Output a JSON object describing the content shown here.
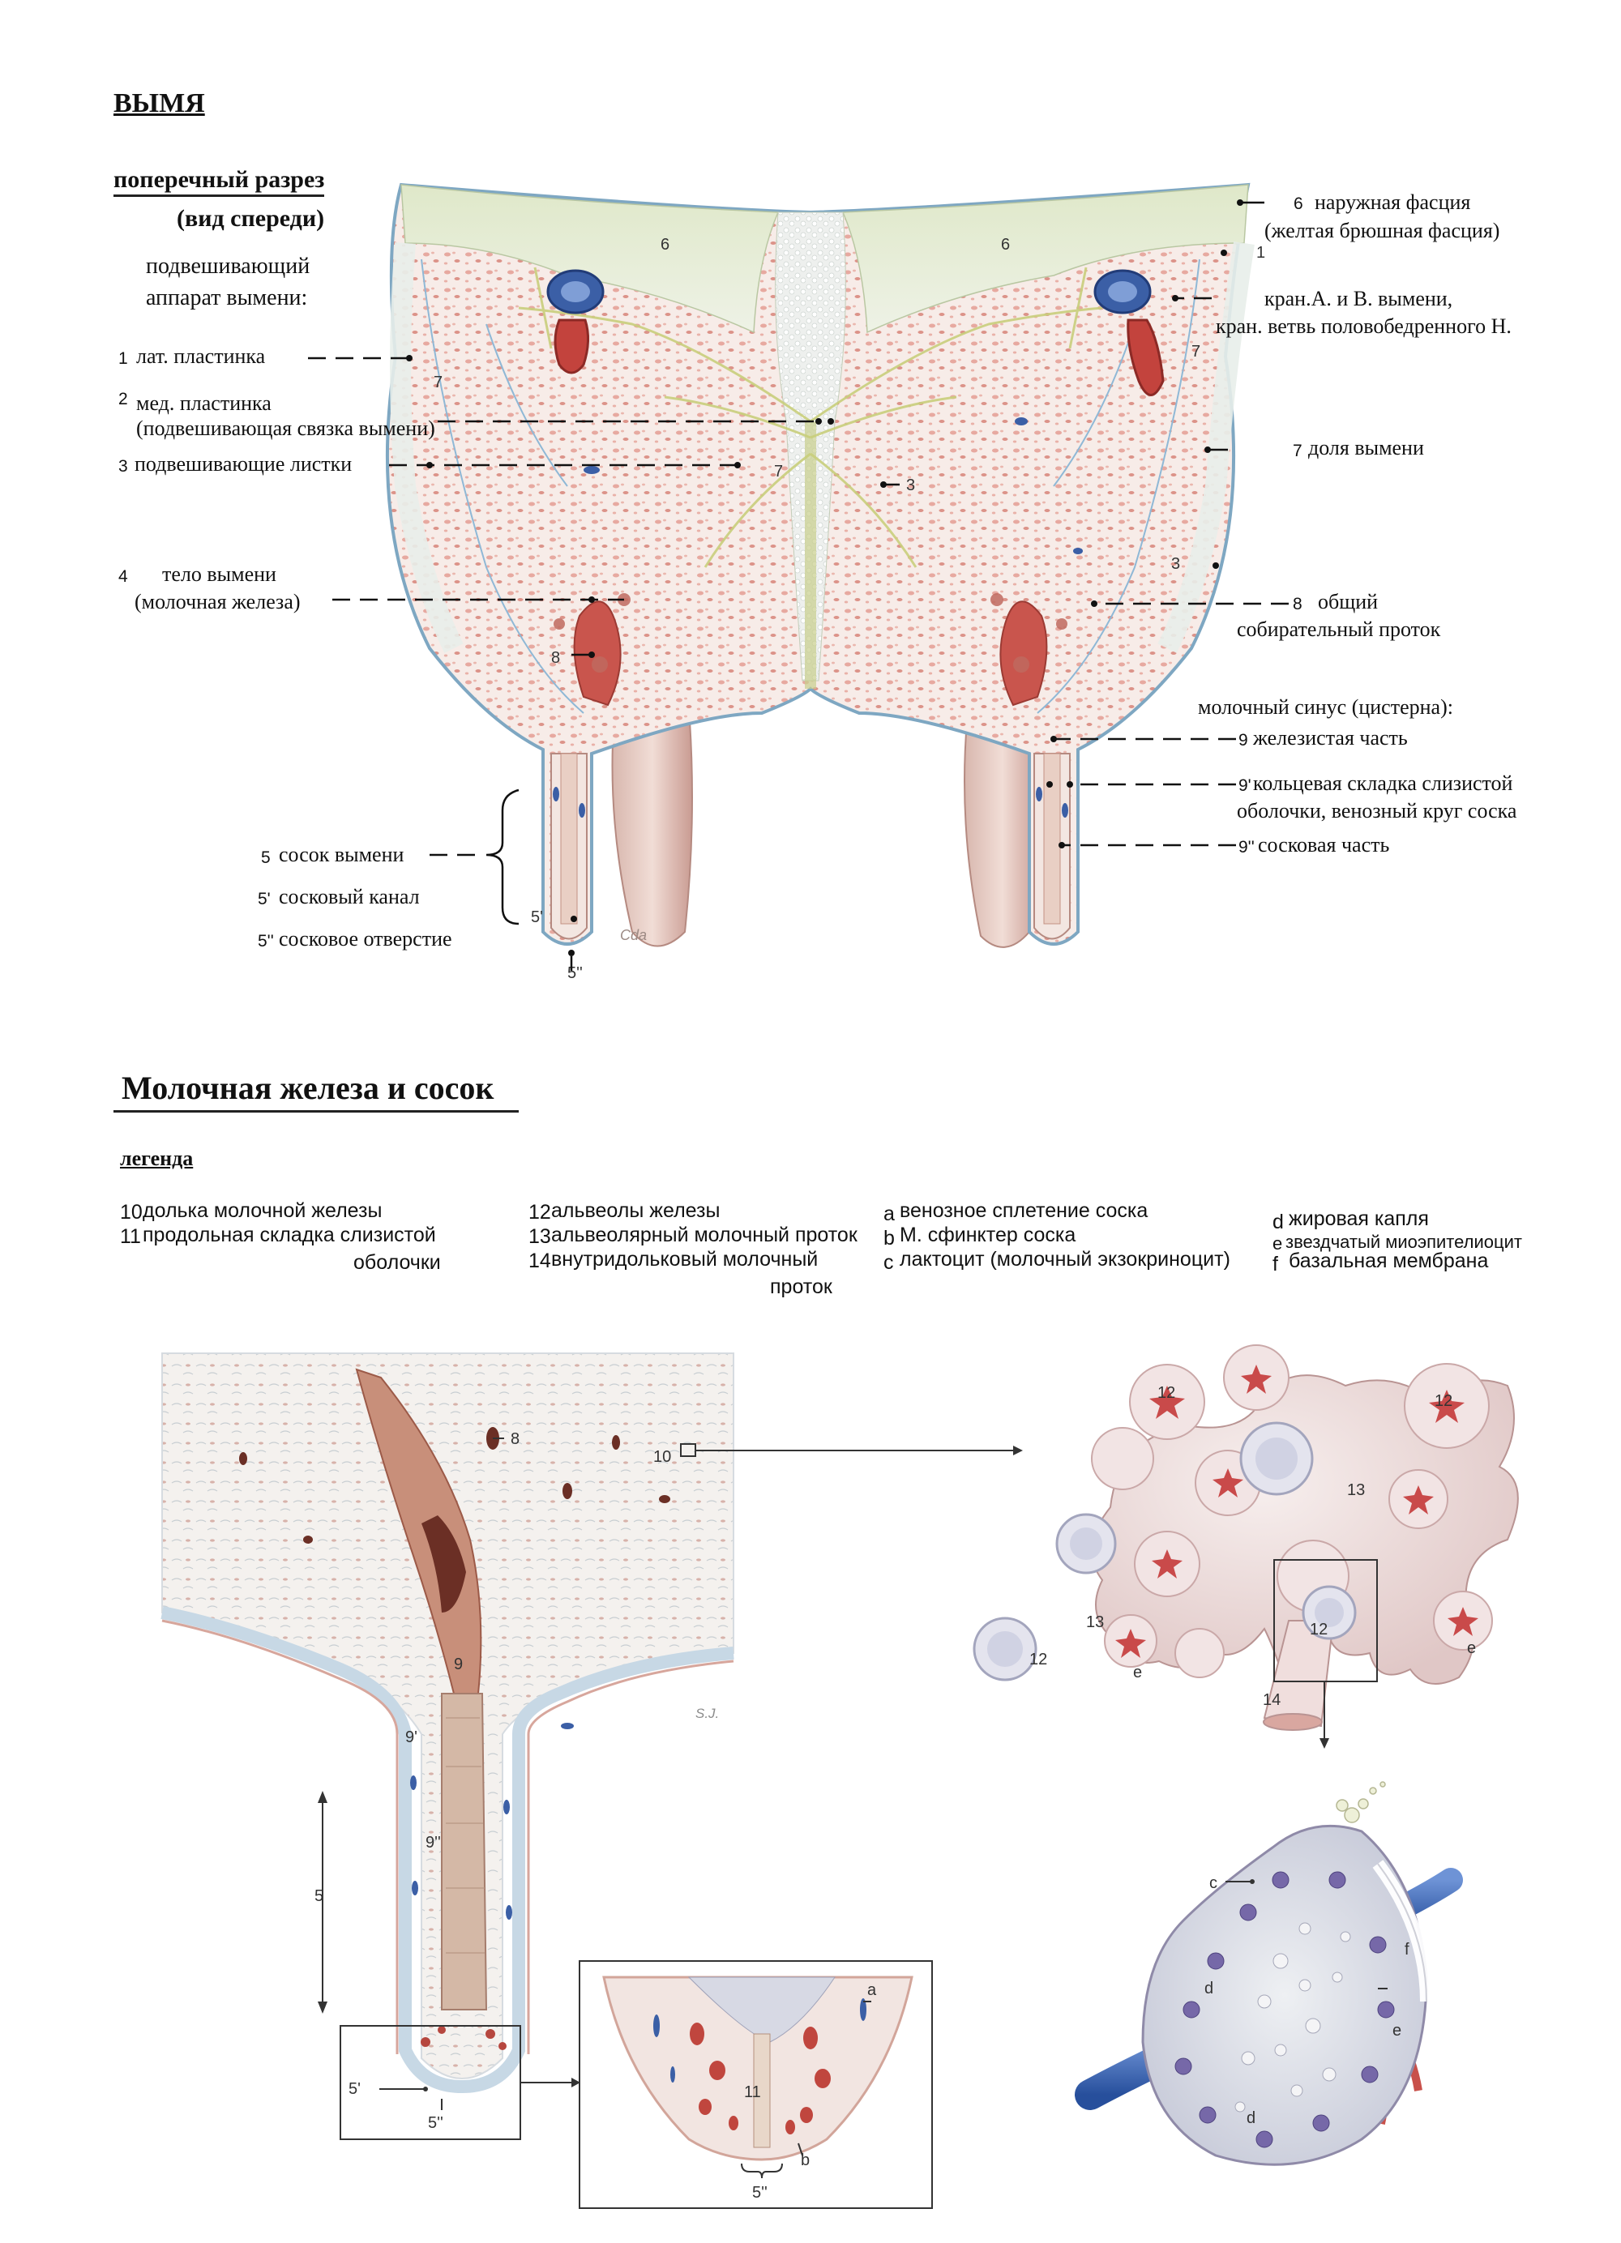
{
  "title": "ВЫМЯ",
  "section1": {
    "subtitle_line1": "поперечный разрез",
    "subtitle_line2": "(вид спереди)",
    "group_heading_line1": "подвешивающий",
    "group_heading_line2": "аппарат вымени:",
    "left_labels": [
      {
        "num": "1",
        "text": "лат. пластинка"
      },
      {
        "num": "2",
        "text": "мед. пластинка"
      },
      {
        "num": "",
        "text": "(подвешивающая связка вымени)"
      },
      {
        "num": "3",
        "text": "подвешивающие листки"
      },
      {
        "num": "4",
        "text": "тело вымени"
      },
      {
        "num": "",
        "text": "(молочная железа)"
      }
    ],
    "teat_labels": [
      {
        "num": "5",
        "text": "сосок вымени"
      },
      {
        "num": "5'",
        "text": "сосковый канал"
      },
      {
        "num": "5''",
        "text": "сосковое отверстие"
      }
    ],
    "right_labels": [
      {
        "num": "6",
        "text": "наружная фасция"
      },
      {
        "num": "",
        "text": "(желтая брюшная фасция)"
      },
      {
        "num": "",
        "text": "кран.А. и В. вымени,"
      },
      {
        "num": "",
        "text": "кран. ветвь половобедренного Н."
      },
      {
        "num": "7",
        "text": "доля вымени"
      },
      {
        "num": "8",
        "text": "общий"
      },
      {
        "num": "",
        "text": "собирательный проток"
      },
      {
        "num": "",
        "text": "молочный синус (цистерна):"
      },
      {
        "num": "9",
        "text": "железистая часть"
      },
      {
        "num": "9'",
        "text": "кольцевая складка слизистой"
      },
      {
        "num": "",
        "text": "оболочки, венозный круг соска"
      },
      {
        "num": "9''",
        "text": "сосковая часть"
      }
    ],
    "figure_marks": {
      "m6a": "6",
      "m6b": "6",
      "m7a": "7",
      "m7b": "7",
      "m7c": "7",
      "m3a": "3",
      "m3b": "3",
      "m8": "8",
      "m1": "1",
      "m5p": "5'",
      "m5pp": "5''",
      "sig": "Cda"
    }
  },
  "section2": {
    "title": "Молочная железа и сосок",
    "legend_heading": "легенда",
    "legend_col1": [
      {
        "num": "10",
        "text": "долька молочной железы"
      },
      {
        "num": "11",
        "text": "продольная складка слизистой"
      },
      {
        "num": "",
        "text": "оболочки"
      }
    ],
    "legend_col2": [
      {
        "num": "12",
        "text": "альвеолы железы"
      },
      {
        "num": "13",
        "text": "альвеолярный молочный проток"
      },
      {
        "num": "14",
        "text": "внутридольковый молочный"
      },
      {
        "num": "",
        "text": "проток"
      }
    ],
    "legend_col3": [
      {
        "num": "a",
        "text": "венозное сплетение соска"
      },
      {
        "num": "b",
        "text": "М. сфинктер соска"
      },
      {
        "num": "c",
        "text": "лактоцит (молочный экзокриноцит)"
      }
    ],
    "legend_col4": [
      {
        "num": "d",
        "text": "жировая капля"
      },
      {
        "num": "e",
        "text": "звездчатый миоэпителиоцит"
      },
      {
        "num": "f",
        "text": "базальная мембрана"
      }
    ],
    "figure_marks": {
      "m8": "8",
      "m10": "10",
      "m9": "9",
      "m9p": "9'",
      "m9pp": "9''",
      "m5": "5",
      "m5p": "5'",
      "m5pp": "5''",
      "sig": "S.J.",
      "ia": "a",
      "ib": "b",
      "i11": "11",
      "i5pp": "5''",
      "l12a": "12",
      "l12b": "12",
      "l12c": "12",
      "l12d": "12",
      "l13a": "13",
      "l13b": "13",
      "l14": "14",
      "le1": "e",
      "le2": "e",
      "cc": "c",
      "cd1": "d",
      "cd2": "d",
      "ce": "e",
      "cf": "f"
    }
  }
}
